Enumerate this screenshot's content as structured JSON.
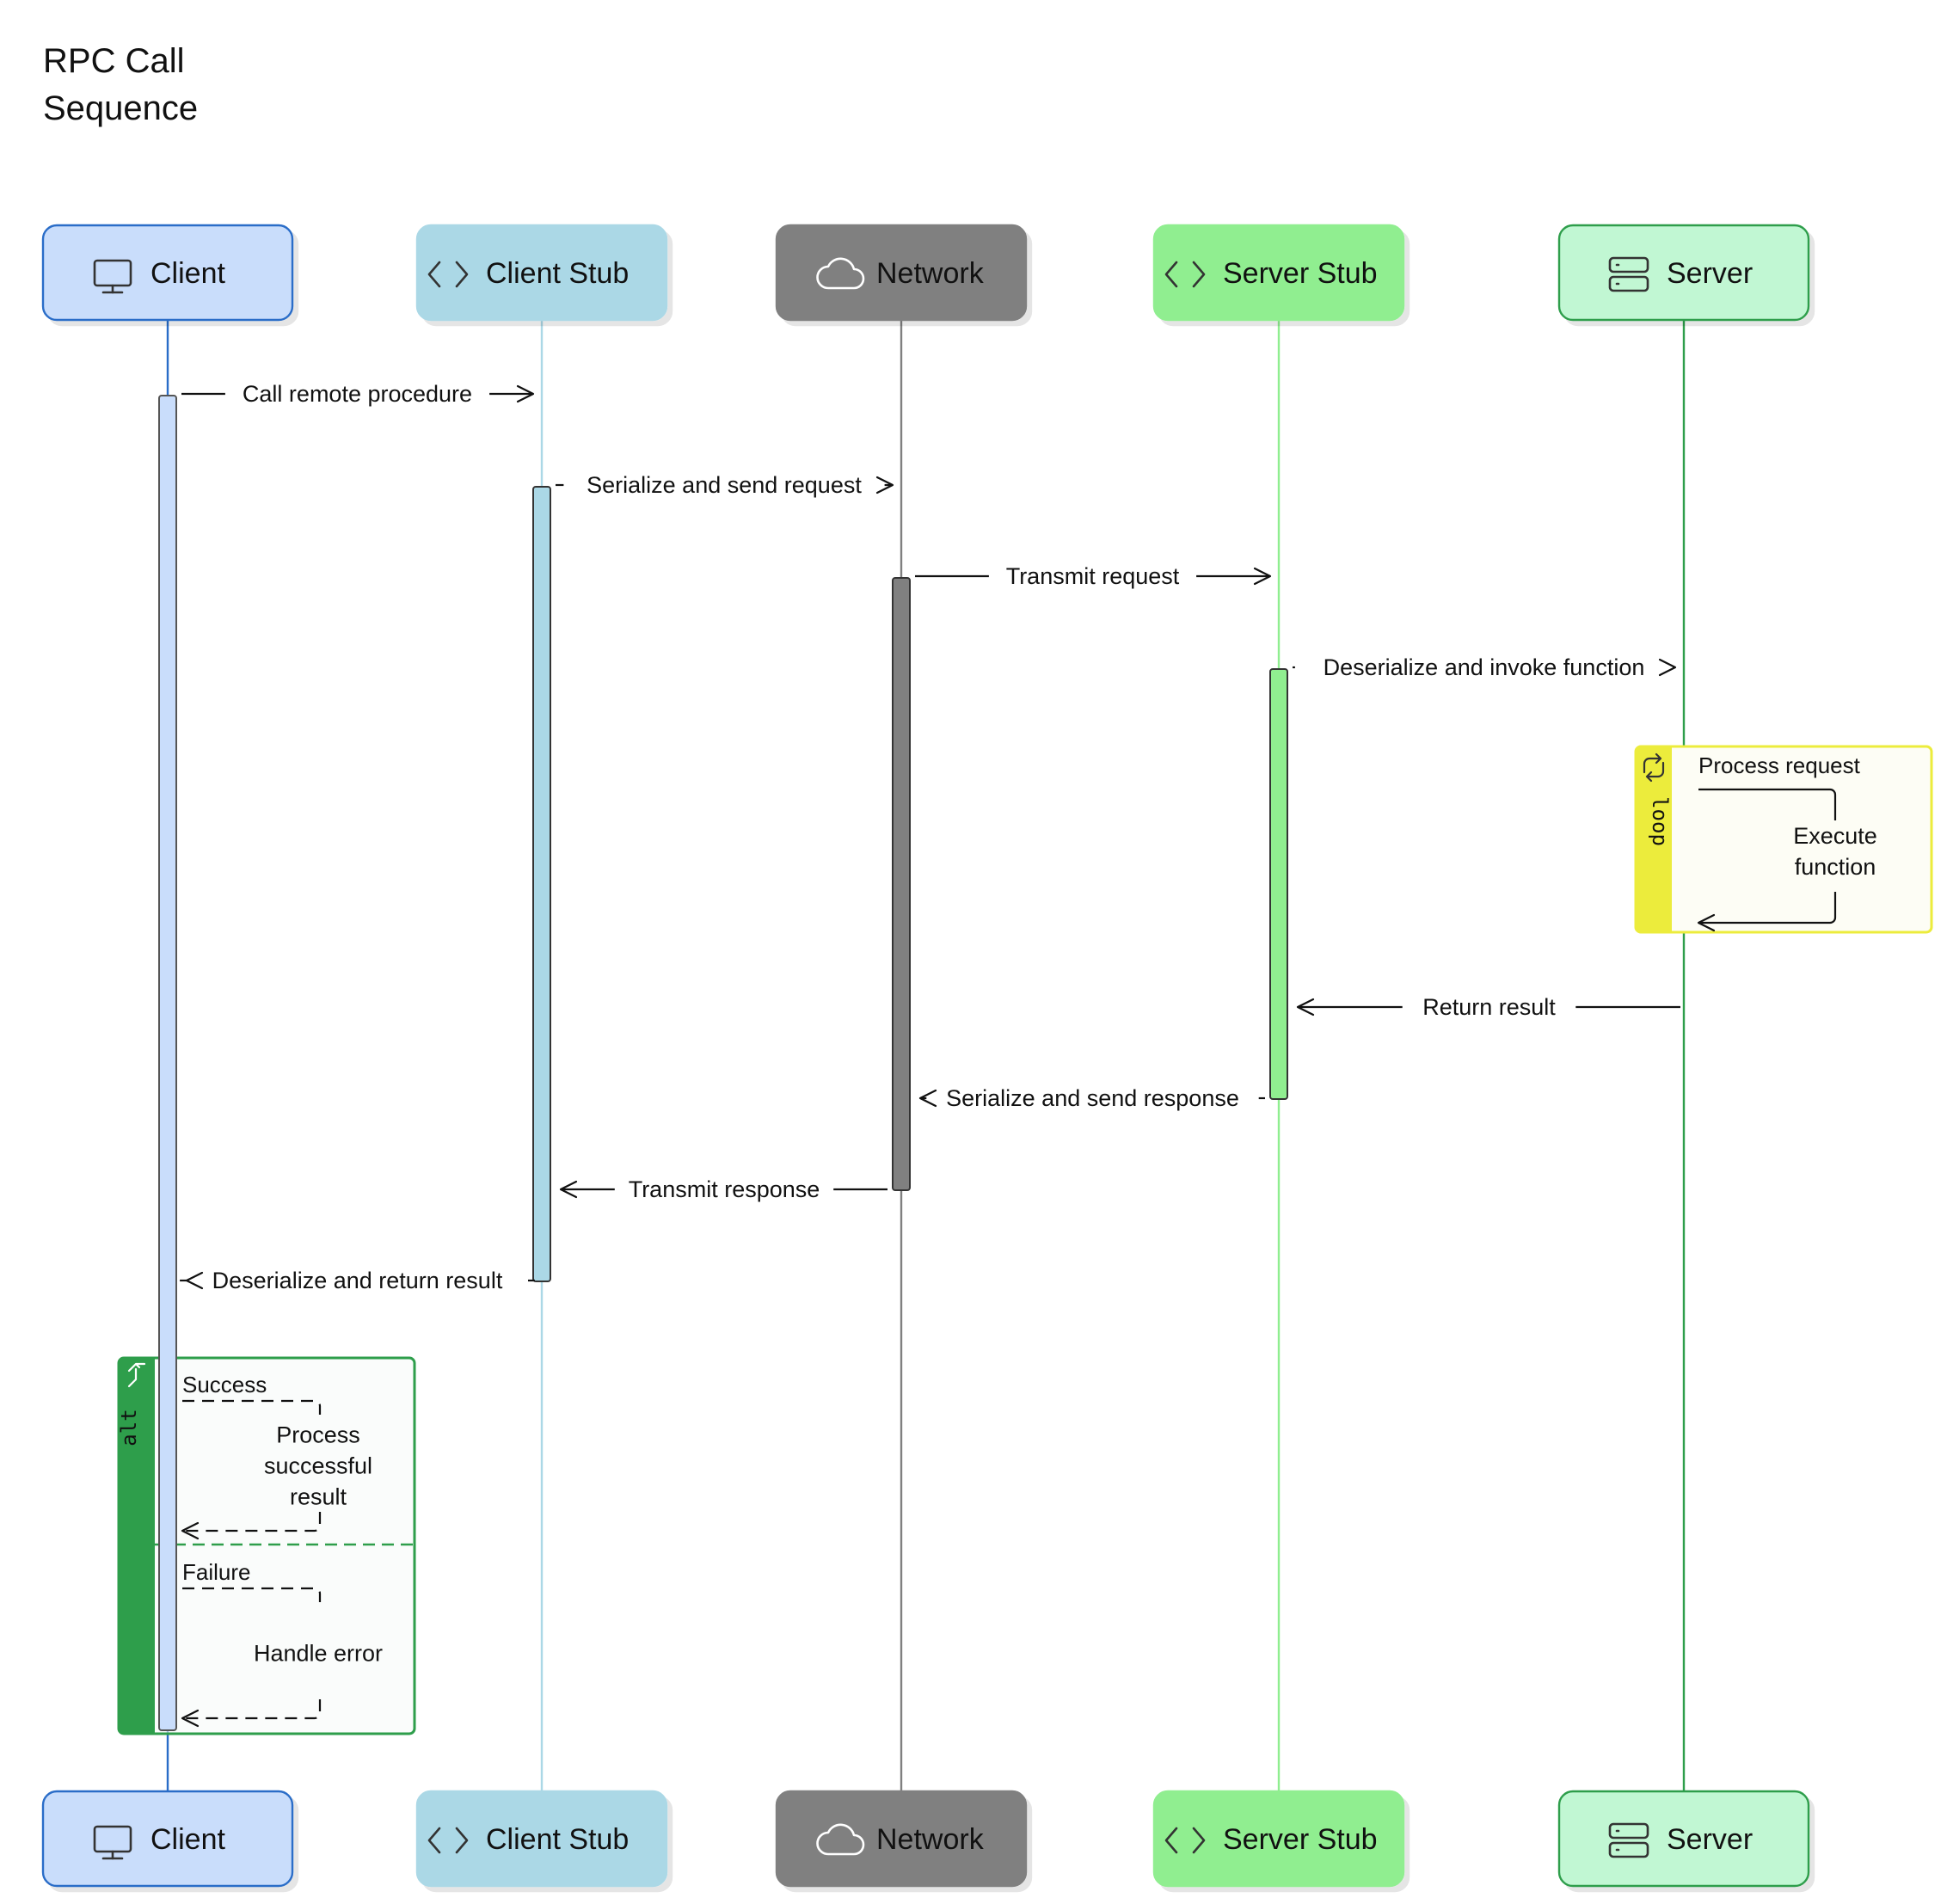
{
  "title": [
    "RPC Call",
    "Sequence"
  ],
  "participants": [
    {
      "label": "Client",
      "icon": "monitor-icon",
      "fill": "#c9ddfb",
      "stroke": "#2a6dc8",
      "text": "#111111",
      "life": "#2a6dc8",
      "act": "#c9ddfb"
    },
    {
      "label": "Client Stub",
      "icon": "code-brackets-icon",
      "fill": "#abd8e6",
      "stroke": "#abd8e6",
      "text": "#111111",
      "life": "#abd8e6",
      "act": "#abd8e6"
    },
    {
      "label": "Network",
      "icon": "cloud-icon",
      "fill": "#808080",
      "stroke": "#808080",
      "text": "#ffffff",
      "life": "#808080",
      "act": "#808080"
    },
    {
      "label": "Server Stub",
      "icon": "code-brackets-icon",
      "fill": "#90ee90",
      "stroke": "#90ee90",
      "text": "#111111",
      "life": "#90ee90",
      "act": "#90ee90"
    },
    {
      "label": "Server",
      "icon": "server-icon",
      "fill": "#c1f7d3",
      "stroke": "#2e9e4b",
      "text": "#111111",
      "life": "#2e9e4b",
      "act": "#c1f7d3"
    }
  ],
  "messages": [
    {
      "from": 0,
      "to": 1,
      "label": "Call remote procedure"
    },
    {
      "from": 1,
      "to": 2,
      "label": "Serialize and send request"
    },
    {
      "from": 2,
      "to": 3,
      "label": "Transmit request"
    },
    {
      "from": 3,
      "to": 4,
      "label": "Deserialize and invoke function"
    },
    {
      "from": 4,
      "to": 3,
      "label": "Return result"
    },
    {
      "from": 3,
      "to": 2,
      "label": "Serialize and send response"
    },
    {
      "from": 2,
      "to": 1,
      "label": "Transmit response"
    },
    {
      "from": 1,
      "to": 0,
      "label": "Deserialize and return result"
    }
  ],
  "loop": {
    "tag": "loop",
    "condition": "Process request",
    "self_message": [
      "Execute",
      "function"
    ],
    "color": "#ecec3c"
  },
  "alt": {
    "tag": "alt",
    "color": "#2e9e4b",
    "branches": [
      {
        "condition": "Success",
        "self_message": [
          "Process",
          "successful",
          "result"
        ]
      },
      {
        "condition": "Failure",
        "self_message": [
          "Handle error"
        ]
      }
    ]
  }
}
